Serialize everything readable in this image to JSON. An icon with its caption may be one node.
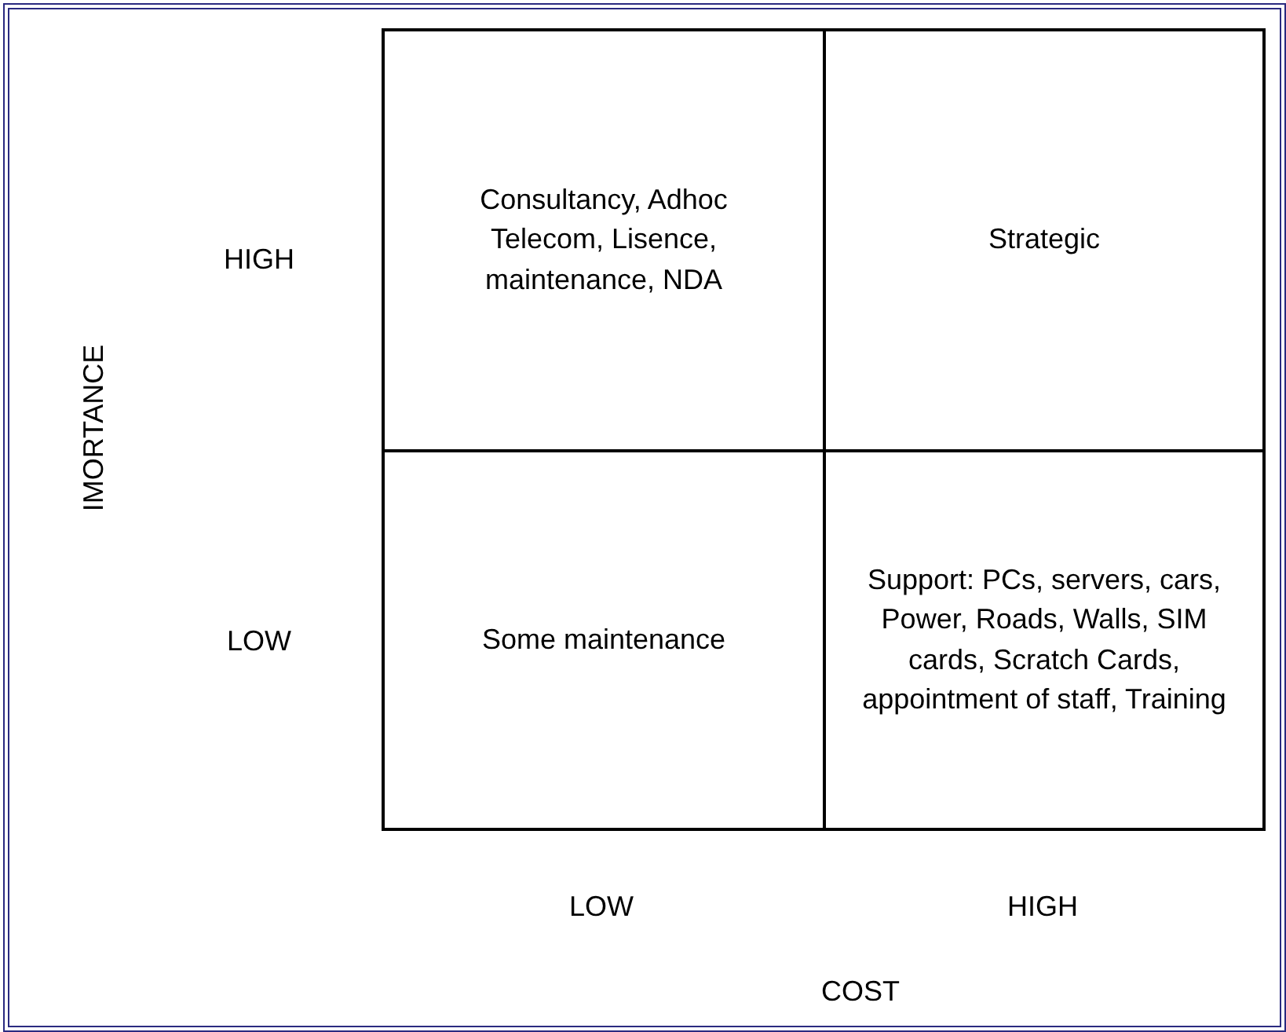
{
  "diagram": {
    "nodes": [
      {
        "text": [
          "Consultancy, Adhoc Telecom, Lisence, maintenance, NDA"
        ]
      },
      {
        "text": [
          "Strategic"
        ]
      },
      {
        "text": [
          "Some maintenance"
        ]
      },
      {
        "text": [
          "Support: PCs, servers, cars, Power, Roads, Walls, SIM cards, Scratch Cards, appointment of staff, Training"
        ]
      }
    ],
    "edges": [],
    "labels": [
      "HIGH",
      "IMORTANCE",
      "LOW",
      "LOW",
      "HIGH",
      "COST"
    ]
  }
}
